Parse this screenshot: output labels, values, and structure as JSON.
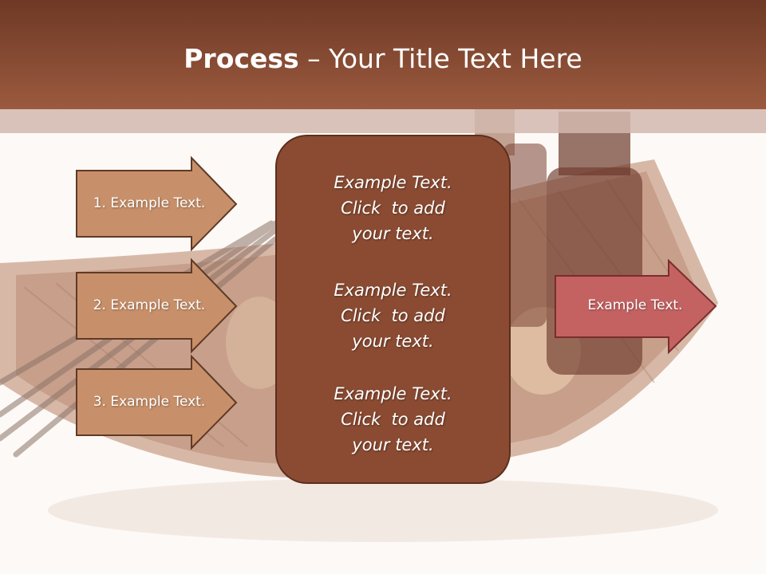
{
  "title": {
    "bold": "Process",
    "rest": " – Your Title Text Here"
  },
  "left_arrows": [
    {
      "label": "1. Example Text."
    },
    {
      "label": "2. Example Text."
    },
    {
      "label": "3. Example Text."
    }
  ],
  "center_blocks": [
    {
      "lines": [
        "Example Text.",
        "Click  to add",
        "your text."
      ]
    },
    {
      "lines": [
        "Example Text.",
        "Click  to add",
        "your text."
      ]
    },
    {
      "lines": [
        "Example Text.",
        "Click  to add",
        "your text."
      ]
    }
  ],
  "right_arrow": {
    "label": "Example Text."
  },
  "colors": {
    "title_bar": "#8b4a32",
    "left_arrow_fill": "#c8906a",
    "center_box_fill": "#8a4b32",
    "right_arrow_fill": "#c46262"
  }
}
